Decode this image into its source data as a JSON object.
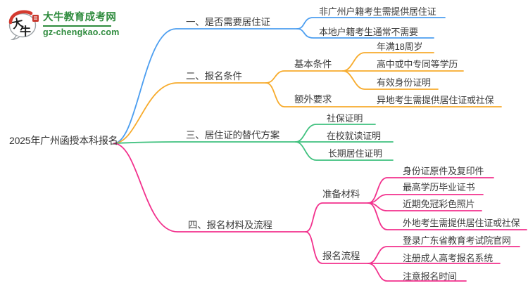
{
  "logo": {
    "title": "大牛教育成考网",
    "url": "gz-chengkao.com",
    "mark": [
      "大",
      "牛"
    ],
    "icon": "daniu-speech-bubble-logo"
  },
  "root": {
    "label": "2025年广州函授本科报名"
  },
  "colors": {
    "blue": "#4c9ef0",
    "orange": "#f7ab2c",
    "green": "#3fc17e",
    "pink": "#f2318d",
    "text": "#3c3c3c",
    "logo_green": "#2e8b3d",
    "logo_red": "#d43a2f"
  },
  "branches": [
    {
      "label": "一、是否需要居住证",
      "children": [
        {
          "label": "非广州户籍考生需提供居住证"
        },
        {
          "label": "本地户籍考生通常不需要"
        }
      ]
    },
    {
      "label": "二、报名条件",
      "children": [
        {
          "label": "基本条件",
          "children": [
            {
              "label": "年满18周岁"
            },
            {
              "label": "高中或中专同等学历"
            },
            {
              "label": "有效身份证明"
            }
          ]
        },
        {
          "label": "额外要求",
          "children": [
            {
              "label": "异地考生需提供居住证或社保"
            }
          ]
        }
      ]
    },
    {
      "label": "三、居住证的替代方案",
      "children": [
        {
          "label": "社保证明"
        },
        {
          "label": "在校就读证明"
        },
        {
          "label": "长期居住证明"
        }
      ]
    },
    {
      "label": "四、报名材料及流程",
      "children": [
        {
          "label": "准备材料",
          "children": [
            {
              "label": "身份证原件及复印件"
            },
            {
              "label": "最高学历毕业证书"
            },
            {
              "label": "近期免冠彩色照片"
            },
            {
              "label": "外地考生需提供居住证或社保"
            }
          ]
        },
        {
          "label": "报名流程",
          "children": [
            {
              "label": "登录广东省教育考试院官网"
            },
            {
              "label": "注册成人高考报名系统"
            },
            {
              "label": "注意报名时间"
            }
          ]
        }
      ]
    }
  ]
}
